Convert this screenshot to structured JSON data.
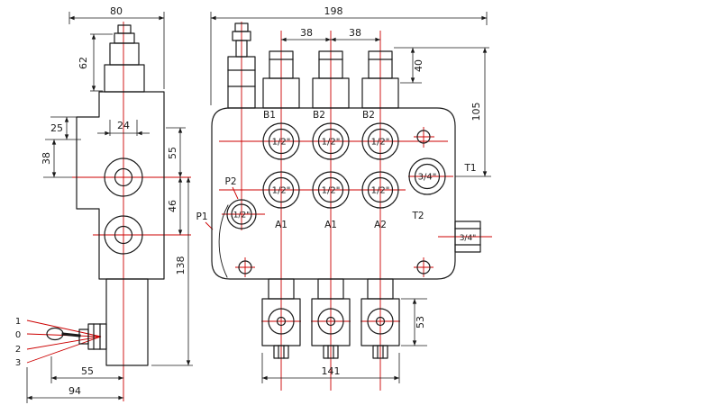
{
  "meta": {
    "background_color": "#ffffff",
    "line_color": "#1a1a1a",
    "centerline_color": "#cc0000"
  },
  "left_view": {
    "dims": {
      "width": "80",
      "cap_height": "62",
      "offset_a": "25",
      "offset_b": "38",
      "spool_width": "24",
      "port_top": "55",
      "port_spacing": "46",
      "body_height": "138",
      "lever_offset": "55",
      "overall_depth": "94"
    },
    "lever_positions": [
      "1",
      "0",
      "2",
      "3"
    ]
  },
  "right_view": {
    "dims": {
      "overall_width": "198",
      "section_pitch_1": "38",
      "section_pitch_2": "38",
      "cap_height": "40",
      "tank_offset": "105",
      "spool_end_height": "53",
      "spool_span": "141"
    },
    "ports_top": [
      "B1",
      "B2",
      "B2"
    ],
    "ports_bottom": [
      "A1",
      "A1",
      "A2"
    ],
    "work_port_size": "1/2\"",
    "tank_port_size": "3/4\"",
    "labels": {
      "p1": "P1",
      "p2": "P2",
      "t1": "T1",
      "t2": "T2"
    }
  }
}
